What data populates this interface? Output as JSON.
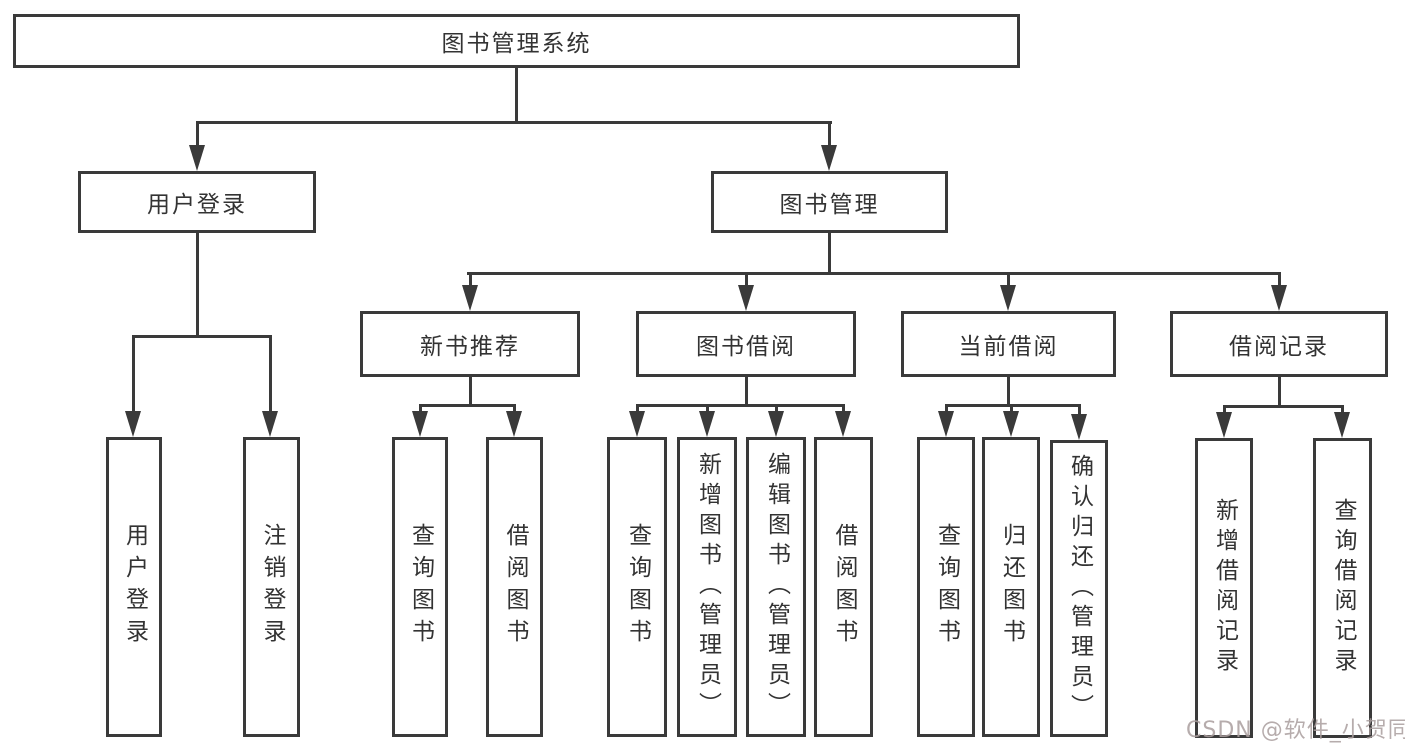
{
  "diagram": {
    "root": {
      "label": "图书管理系统"
    },
    "level2": [
      {
        "label": "用户登录"
      },
      {
        "label": "图书管理"
      }
    ],
    "level3": [
      {
        "label": "新书推荐"
      },
      {
        "label": "图书借阅"
      },
      {
        "label": "当前借阅"
      },
      {
        "label": "借阅记录"
      }
    ],
    "leaves": {
      "user_login": [
        {
          "label": "用户登录"
        },
        {
          "label": "注销登录"
        }
      ],
      "new_book": [
        {
          "label": "查询图书"
        },
        {
          "label": "借阅图书"
        }
      ],
      "borrow": [
        {
          "label": "查询图书"
        },
        {
          "label": "新增图书（管理员）"
        },
        {
          "label": "编辑图书（管理员）"
        },
        {
          "label": "借阅图书"
        }
      ],
      "current": [
        {
          "label": "查询图书"
        },
        {
          "label": "归还图书"
        },
        {
          "label": "确认归还（管理员）"
        }
      ],
      "records": [
        {
          "label": "新增借阅记录"
        },
        {
          "label": "查询借阅记录"
        }
      ]
    }
  },
  "watermark": {
    "text": "CSDN @软件_小贺同学"
  },
  "colors": {
    "line": "#3a3a3a",
    "text": "#333333",
    "background": "#ffffff",
    "watermark": "#aa9e9e"
  }
}
